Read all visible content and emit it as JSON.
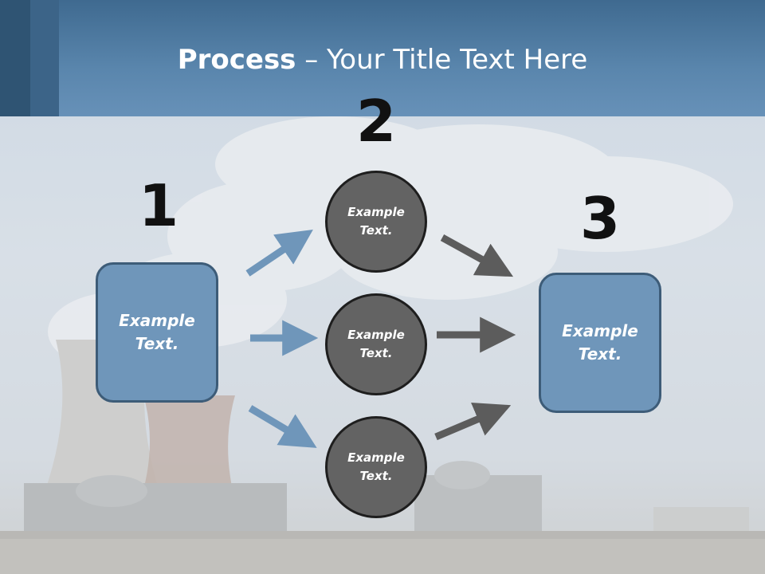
{
  "title": {
    "bold": "Process",
    "rest": " – Your Title Text Here"
  },
  "steps": {
    "one": "1",
    "two": "2",
    "three": "3"
  },
  "left_box": {
    "line1": "Example",
    "line2": "Text."
  },
  "right_box": {
    "line1": "Example",
    "line2": "Text."
  },
  "circles": [
    {
      "line1": "Example",
      "line2": "Text."
    },
    {
      "line1": "Example",
      "line2": "Text."
    },
    {
      "line1": "Example",
      "line2": "Text."
    }
  ],
  "colors": {
    "header": "#5a86ad",
    "box_fill": "#6f96ba",
    "box_border": "#3d5c78",
    "circle_fill": "#636363",
    "blue_arrow": "#6f96ba",
    "gray_arrow": "#5c5c5c"
  }
}
